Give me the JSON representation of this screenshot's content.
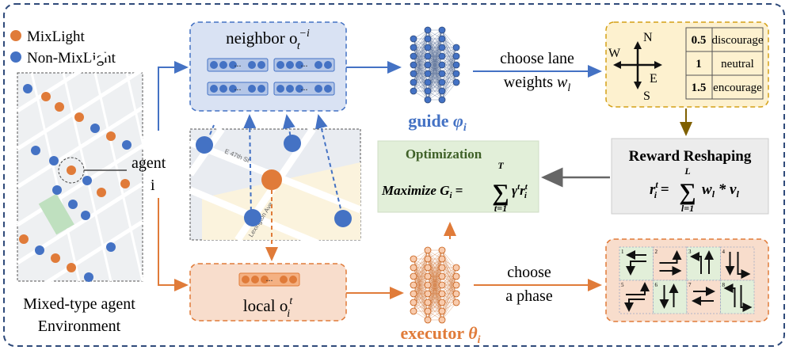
{
  "legend": {
    "mixlight": "MixLight",
    "non_mixlight": "Non-MixLight"
  },
  "colors": {
    "orange": "#e07b39",
    "blue": "#4472c4",
    "navy": "#2f4a7a",
    "green_fill": "#e2efd9",
    "gray_fill": "#ececec",
    "yellow_fill": "#fdf1cf",
    "blue_fill": "#d9e2f3",
    "orange_fill": "#f8ddcc",
    "brown": "#7f6000"
  },
  "environment": {
    "agent_label": "agent",
    "agent_index": "i",
    "caption_line1": "Mixed-type agent",
    "caption_line2": "Environment"
  },
  "map": {
    "street": "E 47th St",
    "avenue": "Lexington Ave"
  },
  "neighbor": {
    "label": "neighbor o",
    "sub": "t",
    "sup": "−i"
  },
  "local": {
    "label": "local o",
    "sub": "i",
    "sup": "t"
  },
  "obs_gap": "...",
  "guide": {
    "label": "guide ",
    "symbol": "φ",
    "sub": "i"
  },
  "executor": {
    "label": "executor ",
    "symbol": "θ",
    "sub": "i"
  },
  "lane_choice": {
    "line1": "choose lane",
    "line2": "weights ",
    "w": "w",
    "sub": "l"
  },
  "compass": {
    "n": "N",
    "s": "S",
    "e": "E",
    "w": "W"
  },
  "weights_table": [
    {
      "value": "0.5",
      "meaning": "discourage"
    },
    {
      "value": "1",
      "meaning": "neutral"
    },
    {
      "value": "1.5",
      "meaning": "encourage"
    }
  ],
  "reward": {
    "title": "Reward Reshaping",
    "lhs": "r",
    "lhs_sub": "i",
    "lhs_sup": "t",
    "eq": " = ",
    "upper": "L",
    "lower": "l=1",
    "term": "w",
    "term_sub": "l",
    "times": " * v",
    "v_sub": "l"
  },
  "optimization": {
    "title": "Optimization",
    "lhs": "Maximize G",
    "lhs_sub": "i",
    "eq": " = ",
    "upper": "T",
    "lower": "t=1",
    "gamma": "γ",
    "gamma_sup": "t",
    "r": "r",
    "r_sub": "i",
    "r_sup": "t"
  },
  "phase_choice": {
    "line1": "choose",
    "line2": "a phase"
  },
  "phases": [
    "1",
    "2",
    "3",
    "4",
    "5",
    "6",
    "7",
    "8"
  ]
}
